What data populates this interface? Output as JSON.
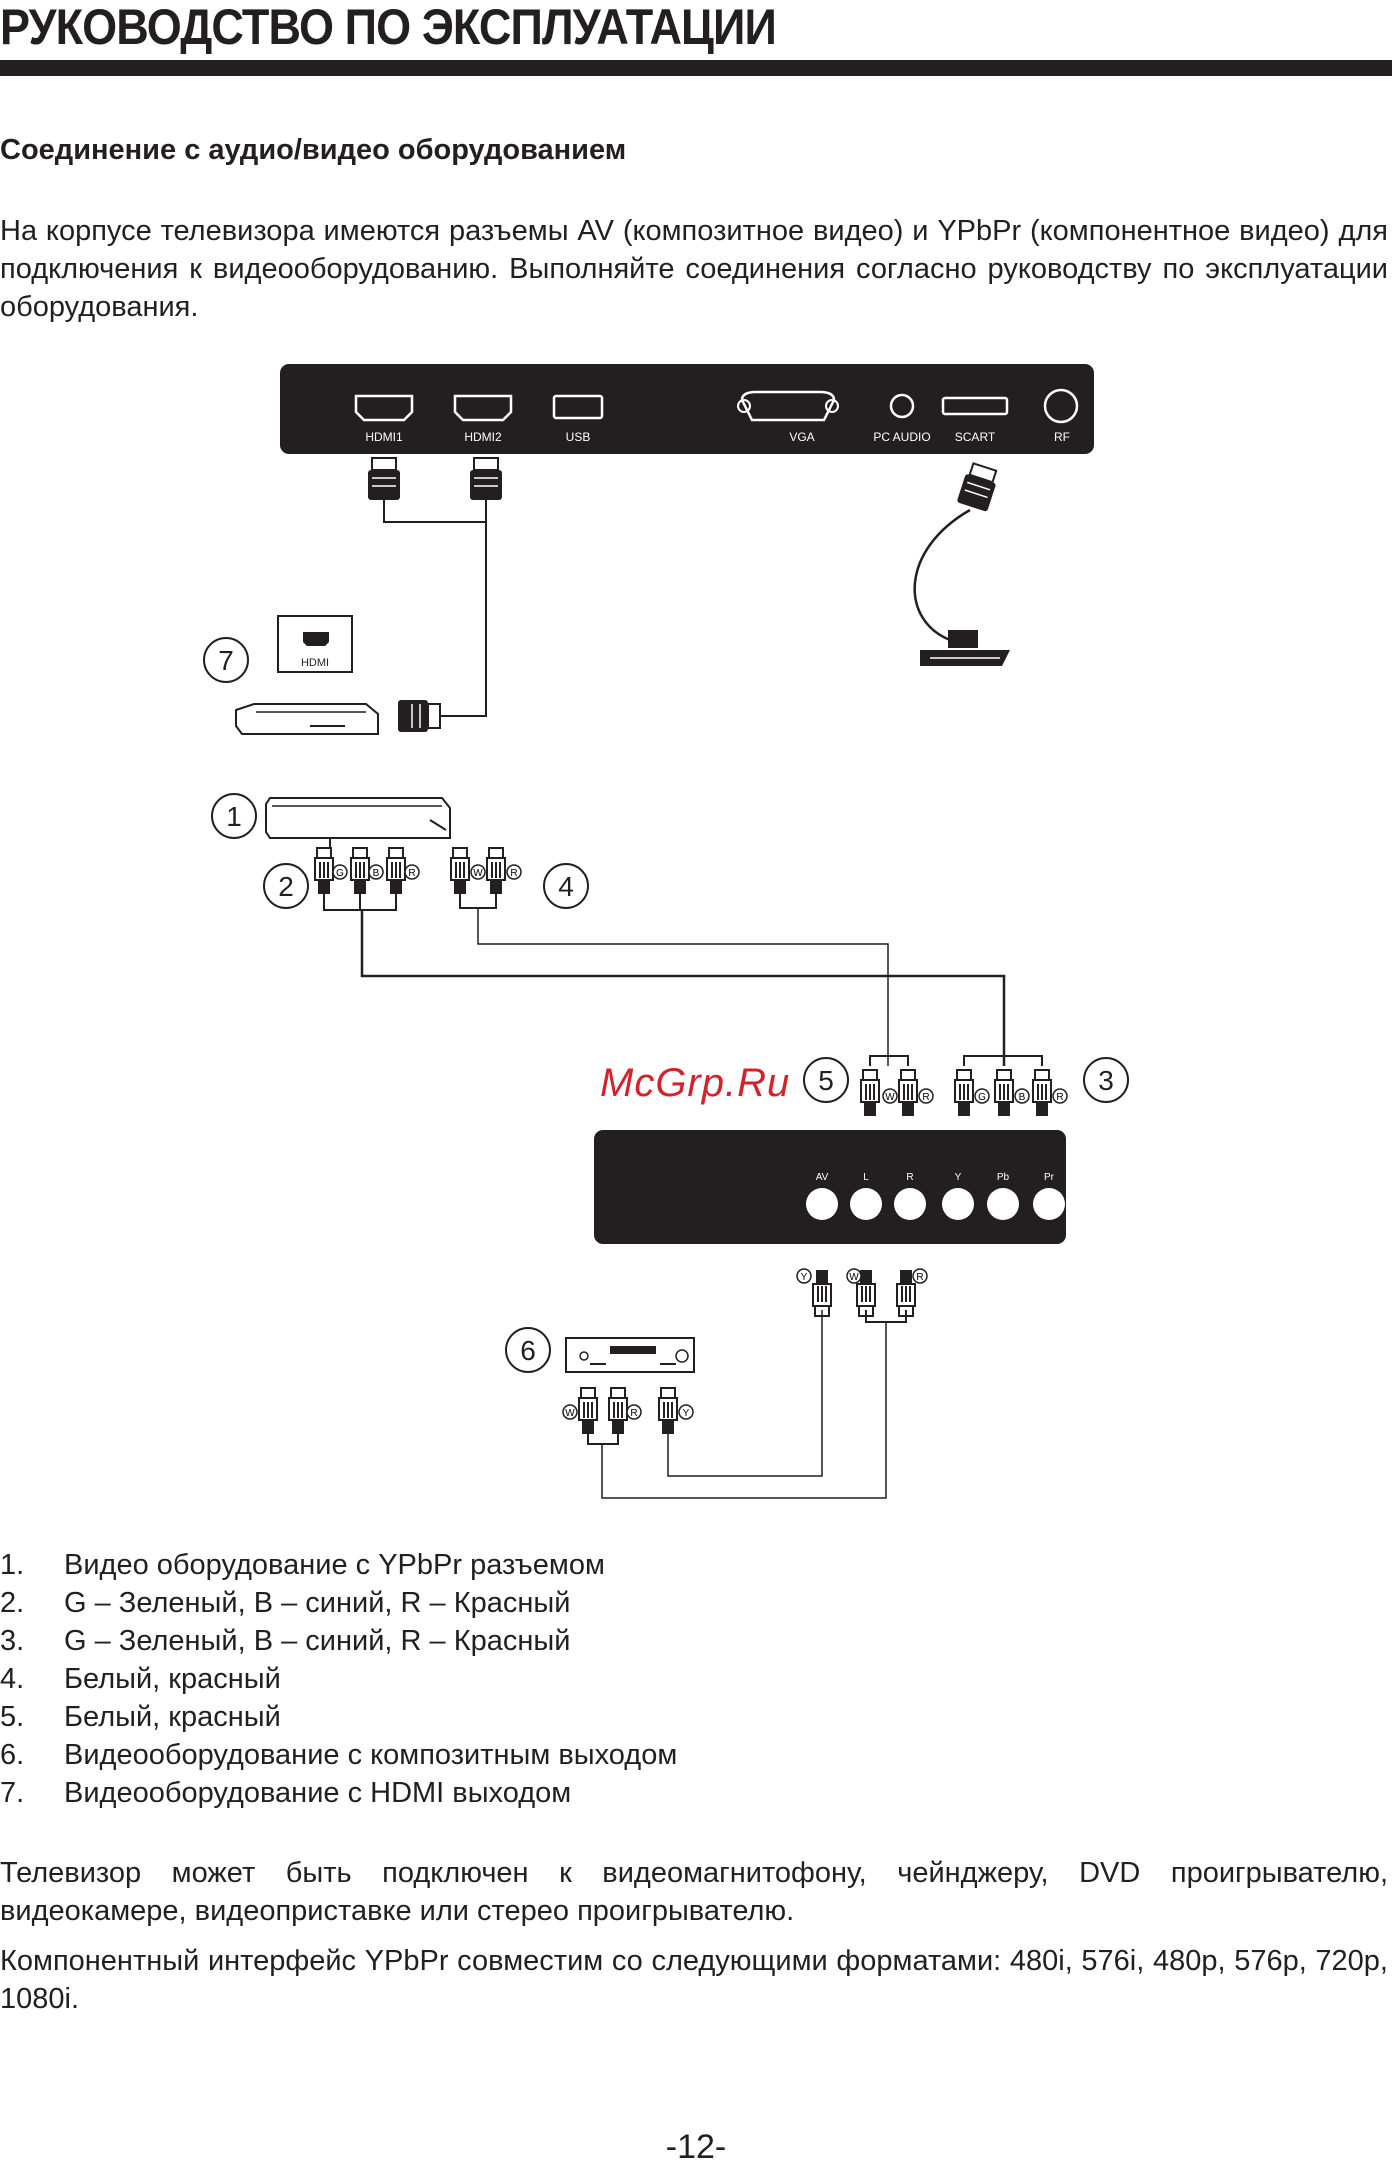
{
  "header": {
    "title": "РУКОВОДСТВО ПО ЭКСПЛУАТАЦИИ"
  },
  "section": {
    "title": "Соединение с аудио/видео оборудованием",
    "intro": "На корпусе телевизора имеются разъемы AV (композитное видео) и YPbPr (компонентное видео) для подключения к видеооборудованию. Выполняйте соединения согласно руководству по эксплуатации оборудования."
  },
  "diagram": {
    "top_panel_ports": [
      "HDMI1",
      "HDMI2",
      "USB",
      "VGA",
      "PC AUDIO",
      "SCART",
      "RF"
    ],
    "side_panel_ports": [
      "AV",
      "L",
      "R",
      "Y",
      "Pb",
      "Pr"
    ],
    "device7_port": "HDMI",
    "callouts": [
      "1",
      "2",
      "3",
      "4",
      "5",
      "6",
      "7"
    ],
    "plug_letters": {
      "g": "G",
      "b": "B",
      "r": "R",
      "w": "W",
      "y": "Y"
    },
    "watermark": "McGrp.Ru"
  },
  "legend": [
    {
      "num": "1.",
      "text": "Видео оборудование с YPbPr разъемом"
    },
    {
      "num": "2.",
      "text": "G – Зеленый, B – синий, R – Красный"
    },
    {
      "num": "3.",
      "text": "G – Зеленый, B – синий, R – Красный"
    },
    {
      "num": "4.",
      "text": "Белый, красный"
    },
    {
      "num": "5.",
      "text": "Белый, красный"
    },
    {
      "num": "6.",
      "text": "Видеооборудование с композитным выходом"
    },
    {
      "num": "7.",
      "text": "Видеооборудование с HDMI выходом"
    }
  ],
  "notes": [
    "Телевизор может быть подключен к видеомагнитофону, чейнджеру, DVD проигрывателю, видеокамере, видеоприставке или стерео проигрывателю.",
    "Компонентный интерфейс YPbPr совместим со следующими форматами: 480i, 576i, 480p, 576p, 720p, 1080i."
  ],
  "footer": {
    "page": "-12-"
  },
  "colors": {
    "ink": "#231f20",
    "watermark": "#d2232a"
  }
}
